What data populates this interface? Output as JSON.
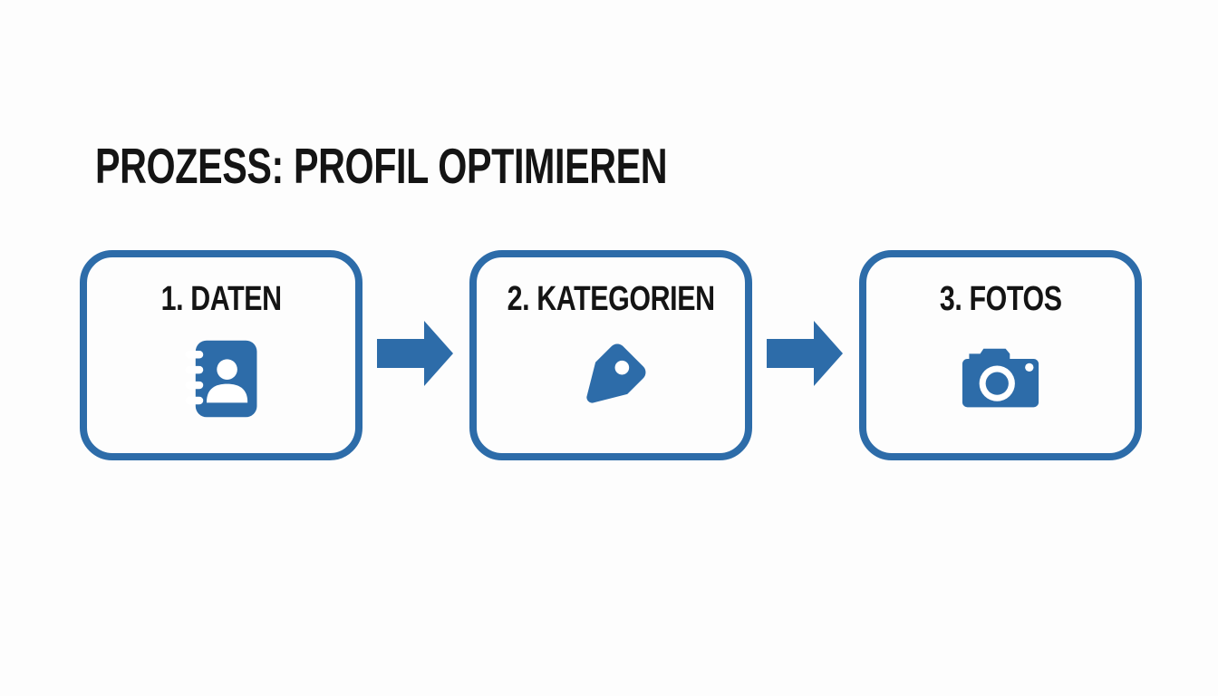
{
  "page": {
    "background": "#fdfdfd",
    "accent": "#2d6ca9",
    "text_color": "#141414"
  },
  "title": "PROZESS: PROFIL OPTIMIEREN",
  "steps": [
    {
      "label": "1. DATEN",
      "icon": "address-book-icon"
    },
    {
      "label": "2. KATEGORIEN",
      "icon": "tag-icon"
    },
    {
      "label": "3. FOTOS",
      "icon": "camera-icon"
    }
  ],
  "connectors": [
    {
      "icon": "arrow-right-icon"
    },
    {
      "icon": "arrow-right-icon"
    }
  ]
}
